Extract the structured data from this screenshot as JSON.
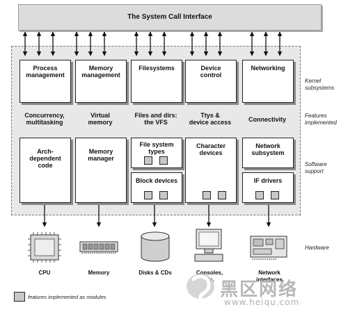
{
  "diagram": {
    "interface_title": "The System Call Interface",
    "subsystems": [
      {
        "title": "Process\nmanagement",
        "feature": "Concurrency,\nmultitasking",
        "support": "Arch-\ndependent\ncode"
      },
      {
        "title": "Memory\nmanagement",
        "feature": "Virtual\nmemory",
        "support": "Memory\nmanager"
      },
      {
        "title": "Filesystems",
        "feature": "Files and dirs:\nthe VFS",
        "support_a": "File system\ntypes",
        "support_b": "Block devices"
      },
      {
        "title": "Device\ncontrol",
        "feature": "Ttys &\ndevice access",
        "support": "Character\ndevices"
      },
      {
        "title": "Networking",
        "feature": "Connectivity",
        "support_a": "Network\nsubsystem",
        "support_b": "IF drivers"
      }
    ],
    "side_labels": {
      "kernel": "Kernel\nsubsystems",
      "features": "Features\nimplemented",
      "software": "Software\nsupport",
      "hardware": "Hardware"
    },
    "hardware": [
      {
        "label": "CPU",
        "icon": "cpu-chip-icon"
      },
      {
        "label": "Memory",
        "icon": "memory-module-icon"
      },
      {
        "label": "Disks & CDs",
        "icon": "disk-cylinder-icon"
      },
      {
        "label": "Consoles,\netc.",
        "icon": "console-terminal-icon"
      },
      {
        "label": "Network\ninterfaces",
        "icon": "network-card-icon"
      }
    ],
    "legend": "features implemented as modules",
    "watermark": {
      "brand": "黑区网络",
      "url": "www.heiqu.com"
    },
    "colors": {
      "interface_bar": "#dcdcdc",
      "kernel_bg": "#e8e8e8",
      "module": "#c8c8c8",
      "shadow": "#8a8a8a"
    }
  }
}
